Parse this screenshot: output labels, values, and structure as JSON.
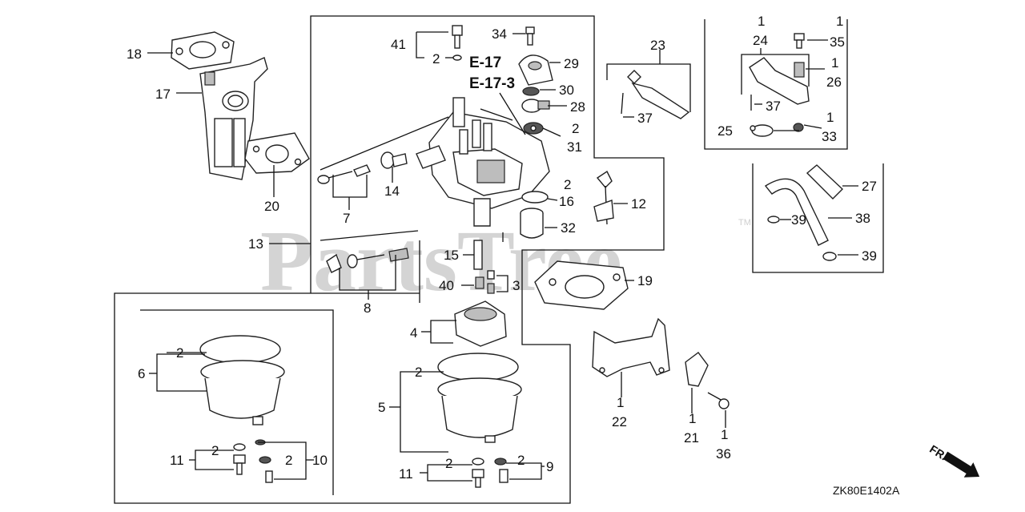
{
  "watermark": "PartsTree",
  "watermark_tm": "TM",
  "diagram_code": "ZK80E1402A",
  "direction_label": "FR.",
  "ref_labels": [
    "E-17",
    "E-17-3"
  ],
  "callouts": [
    "18",
    "17",
    "20",
    "13",
    "41",
    "2",
    "34",
    "29",
    "30",
    "28",
    "2",
    "31",
    "14",
    "7",
    "2",
    "16",
    "12",
    "32",
    "15",
    "40",
    "3",
    "19",
    "8",
    "4",
    "6",
    "2",
    "5",
    "2",
    "11",
    "2",
    "2",
    "10",
    "11",
    "2",
    "2",
    "9",
    "23",
    "37",
    "1",
    "24",
    "1",
    "35",
    "1",
    "26",
    "37",
    "25",
    "1",
    "33",
    "27",
    "39",
    "38",
    "39",
    "1",
    "22",
    "1",
    "21",
    "1",
    "36"
  ],
  "colors": {
    "ink": "#111111",
    "watermark": "#d4d4d4",
    "background": "#ffffff"
  }
}
